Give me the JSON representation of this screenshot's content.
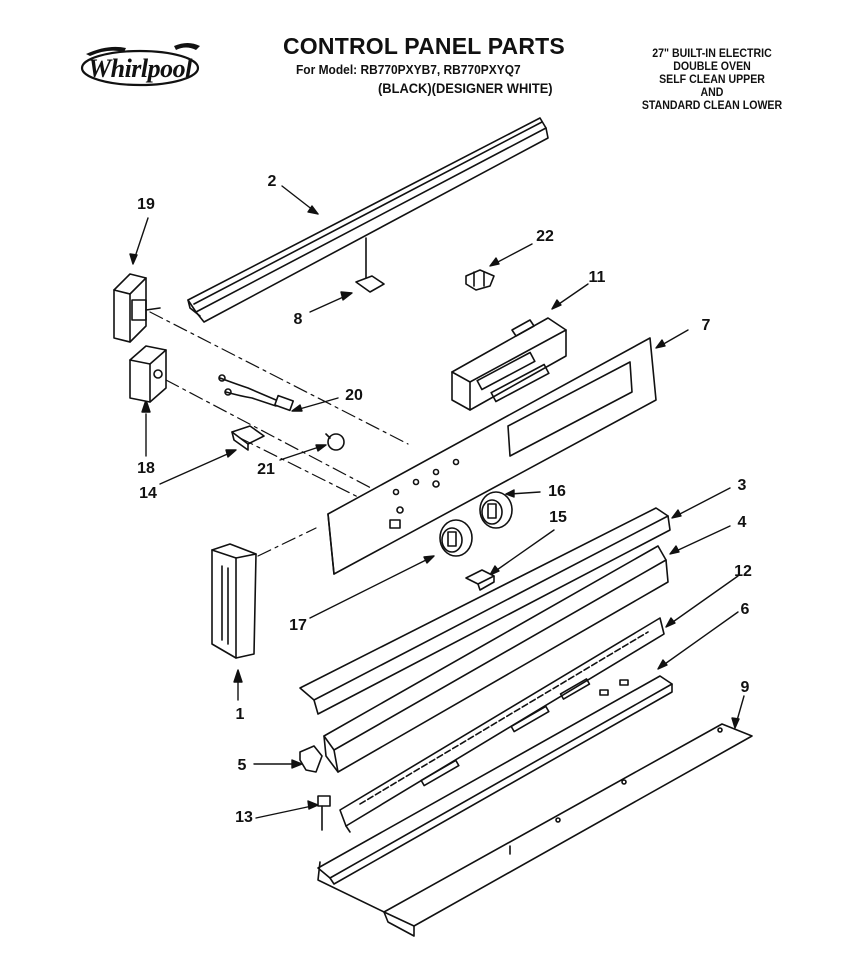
{
  "header": {
    "brand": "Whirlpool",
    "title": "CONTROL PANEL PARTS",
    "model_line": "For Model: RB770PXYB7, RB770PXYQ7",
    "color_line": "(BLACK)(DESIGNER WHITE)",
    "description": [
      "27\" BUILT-IN ELECTRIC",
      "DOUBLE OVEN",
      "SELF CLEAN UPPER",
      "AND",
      "STANDARD CLEAN LOWER"
    ]
  },
  "callouts": [
    "1",
    "2",
    "3",
    "4",
    "5",
    "6",
    "7",
    "8",
    "9",
    "11",
    "12",
    "13",
    "14",
    "15",
    "16",
    "17",
    "19",
    "20",
    "21",
    "22",
    "18"
  ]
}
